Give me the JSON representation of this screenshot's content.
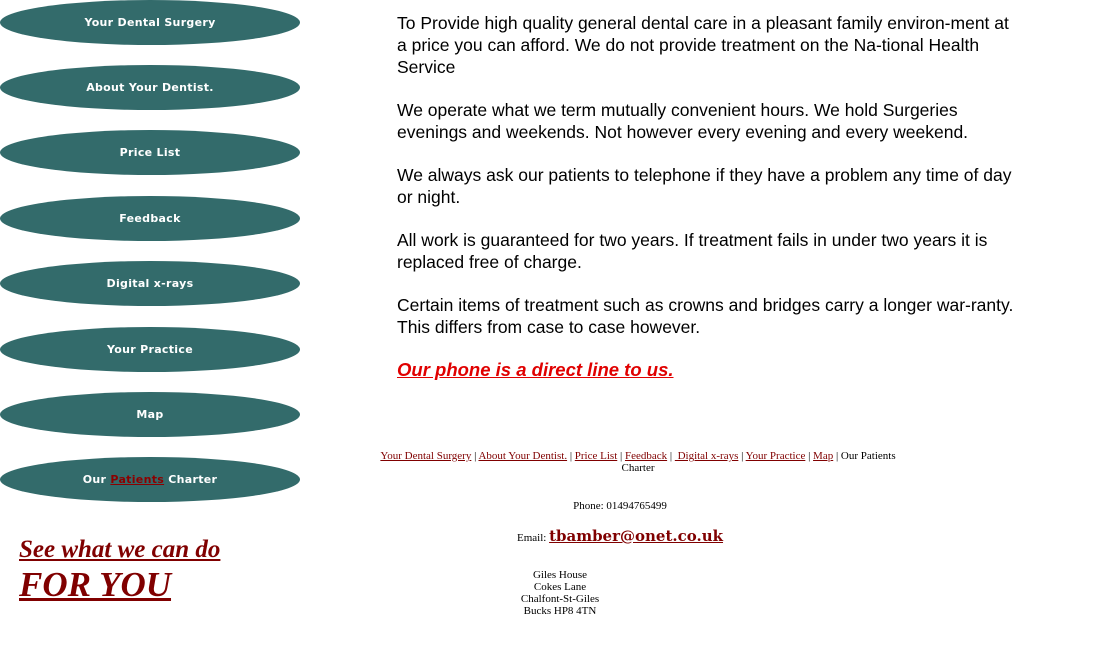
{
  "nav": {
    "items": [
      {
        "label": "Your Dental Surgery"
      },
      {
        "label": "About Your Dentist."
      },
      {
        "label": "Price List"
      },
      {
        "label": "Feedback"
      },
      {
        "label": "Digital x-rays"
      },
      {
        "label": "Your Practice"
      },
      {
        "label": "Map"
      },
      {
        "label_before": "Our ",
        "label_highlight": "Patients",
        "label_after": " Charter"
      }
    ]
  },
  "promo": {
    "line1": "See what we can do",
    "line2": "FOR YOU"
  },
  "content": {
    "paragraphs": [
      "To Provide high quality general dental care in a pleasant family environ-ment at a price you can afford. We do not provide treatment on the Na-tional Health Service",
      "We operate what we term mutually convenient hours. We hold Surgeries evenings and weekends. Not however every evening and every weekend.",
      "We always ask our patients to telephone if they have a problem any time of day or night.",
      "All work is guaranteed for two years. If treatment fails in under two years it is replaced free of charge.",
      "Certain items of treatment such as crowns and bridges carry a longer war-ranty. This differs from case to case however."
    ],
    "phone_link": "Our phone is a direct line to us."
  },
  "footer": {
    "links": [
      "Your Dental Surgery",
      "About Your Dentist.",
      "Price List",
      "Feedback",
      " Digital x-rays",
      "Your Practice",
      "Map"
    ],
    "separator": " | ",
    "trailing_text": "Our Patients Charter",
    "phone": "Phone: 01494765499",
    "email_label": "Email: ",
    "email": "tbamber@onet.co.uk",
    "address": [
      "Giles House",
      "Cokes Lane",
      "Chalfont-St-Giles",
      "Bucks HP8 4TN"
    ]
  },
  "colors": {
    "nav_background": "#336b6b",
    "link_dark_red": "#800000",
    "phone_link_red": "#e00000"
  }
}
